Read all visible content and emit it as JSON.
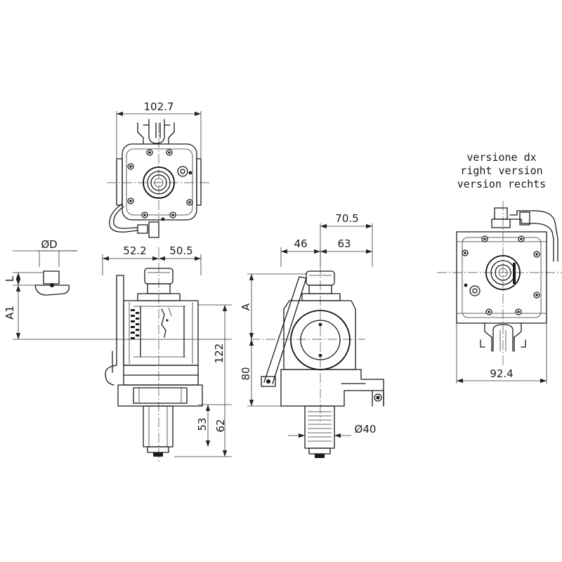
{
  "dimensions": {
    "top_width": "102.7",
    "left_52": "52.2",
    "left_50": "50.5",
    "diameter_d": "ØD",
    "l": "L",
    "a1": "A1",
    "h122": "122",
    "h53": "53",
    "h62": "62",
    "side_70": "70.5",
    "side_46": "46",
    "side_63": "63",
    "side_a": "A",
    "side_80": "80",
    "diameter_40": "Ø40",
    "right_92": "92.4"
  },
  "version_note": {
    "line1": "versione dx",
    "line2": "right version",
    "line3": "version rechts"
  }
}
